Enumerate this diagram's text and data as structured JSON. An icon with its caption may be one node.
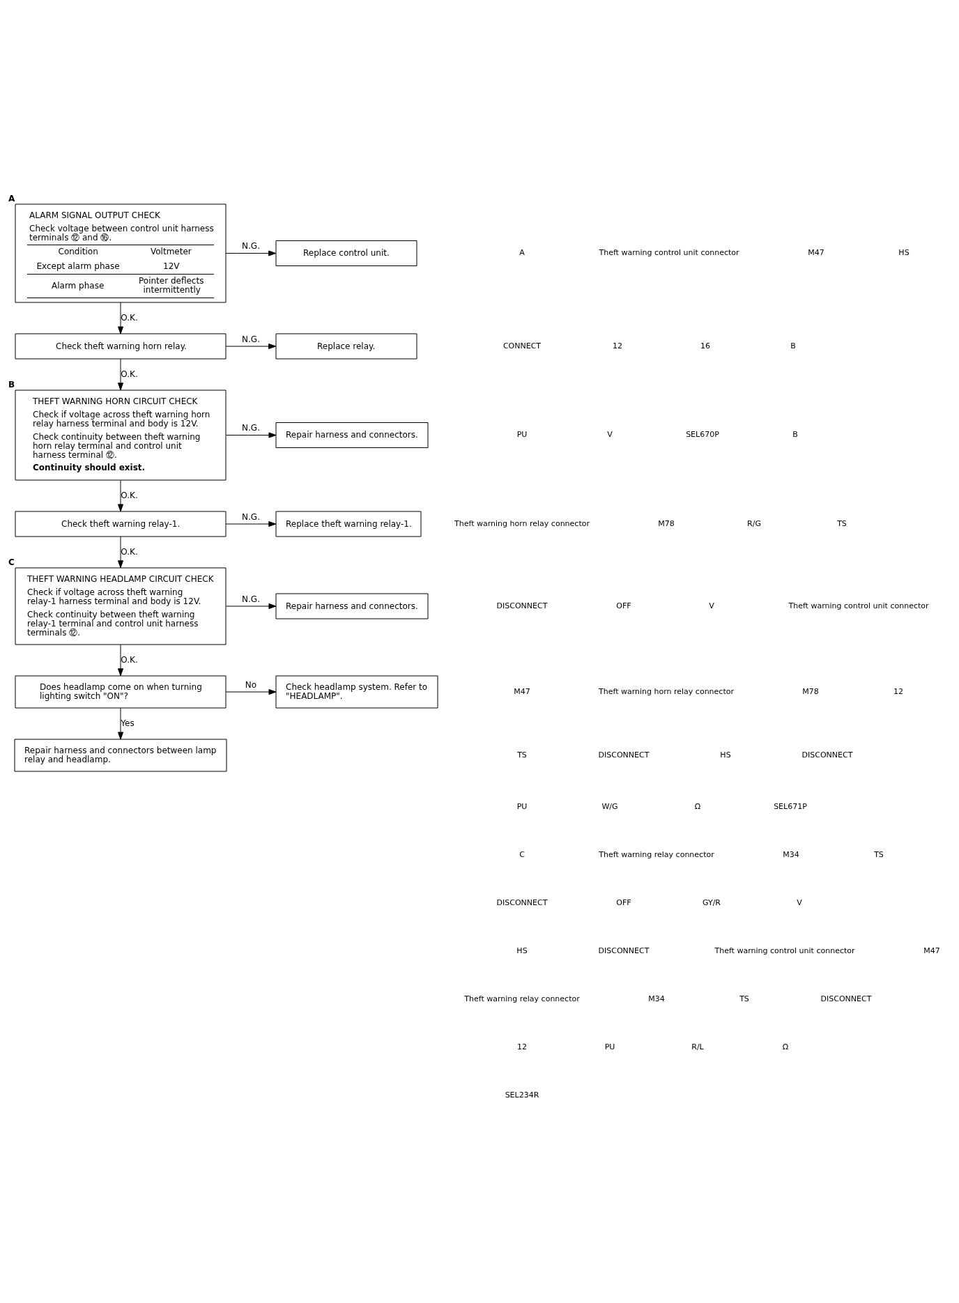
{
  "diagram": {
    "nodes": [
      {
        "text": [
          "ALARM SIGNAL OUTPUT CHECK",
          "Check voltage between control unit harness terminals ⑫ and ⑯.",
          "Condition",
          "Voltmeter",
          "Except alarm phase",
          "12V",
          "Alarm phase",
          "Pointer deflects intermittently"
        ],
        "beside": [
          "A"
        ]
      },
      {
        "text": [
          "Replace control unit."
        ]
      },
      {
        "text": [
          "Check theft warning horn relay."
        ]
      },
      {
        "text": [
          "Replace relay."
        ]
      },
      {
        "text": [
          "THEFT WARNING HORN CIRCUIT CHECK",
          "Check if voltage across theft warning horn relay harness terminal and body is 12V.",
          "Check continuity between theft warning horn relay terminal and control unit harness terminal ⑫.",
          "Continuity should exist."
        ],
        "beside": [
          "B"
        ]
      },
      {
        "text": [
          "Repair harness and connectors."
        ]
      },
      {
        "text": [
          "Check theft warning relay-1."
        ]
      },
      {
        "text": [
          "Replace theft warning relay-1."
        ]
      },
      {
        "text": [
          "THEFT WARNING HEADLAMP CIRCUIT CHECK",
          "Check if voltage across theft warning relay-1 harness terminal and body is 12V.",
          "Check continuity between theft warning relay-1 terminal and control unit harness terminals ⑫."
        ],
        "beside": [
          "C"
        ]
      },
      {
        "text": [
          "Repair harness and connectors."
        ]
      },
      {
        "text": [
          "Does headlamp come on when turning lighting switch \"ON\"?"
        ]
      },
      {
        "text": [
          "Check headlamp system. Refer to \"HEADLAMP\"."
        ]
      },
      {
        "text": [
          "Repair harness and connectors between lamp relay and headlamp."
        ]
      }
    ],
    "edges": [
      {
        "from": 0,
        "to": 1,
        "arrow": "to",
        "label": "N.G."
      },
      {
        "from": 0,
        "to": 2,
        "arrow": "to",
        "label": "O.K."
      },
      {
        "from": 2,
        "to": 3,
        "arrow": "to",
        "label": "N.G."
      },
      {
        "from": 2,
        "to": 4,
        "arrow": "to",
        "label": "O.K."
      },
      {
        "from": 4,
        "to": 5,
        "arrow": "to",
        "label": "N.G."
      },
      {
        "from": 4,
        "to": 6,
        "arrow": "to",
        "label": "O.K."
      },
      {
        "from": 6,
        "to": 7,
        "arrow": "to",
        "label": "N.G."
      },
      {
        "from": 6,
        "to": 8,
        "arrow": "to",
        "label": "O.K."
      },
      {
        "from": 8,
        "to": 9,
        "arrow": "to",
        "label": "N.G."
      },
      {
        "from": 8,
        "to": 10,
        "arrow": "to",
        "label": "O.K."
      },
      {
        "from": 10,
        "to": 11,
        "arrow": "to",
        "label": "No"
      },
      {
        "from": 10,
        "to": 12,
        "arrow": "to",
        "label": "Yes"
      }
    ],
    "labels": [
      "A",
      "Theft warning control unit connector",
      "M47",
      "HS",
      "CONNECT",
      "12",
      "16",
      "B",
      "PU",
      "V",
      "SEL670P",
      "B",
      "Theft warning horn relay connector",
      "M78",
      "R/G",
      "TS",
      "DISCONNECT",
      "OFF",
      "V",
      "Theft warning control unit connector",
      "M47",
      "Theft warning horn relay connector",
      "M78",
      "12",
      "TS",
      "DISCONNECT",
      "HS",
      "DISCONNECT",
      "PU",
      "W/G",
      "Ω",
      "SEL671P",
      "C",
      "Theft warning relay connector",
      "M34",
      "TS",
      "DISCONNECT",
      "OFF",
      "GY/R",
      "V",
      "HS",
      "DISCONNECT",
      "Theft warning control unit connector",
      "M47",
      "Theft warning relay connector",
      "M34",
      "TS",
      "DISCONNECT",
      "12",
      "PU",
      "R/L",
      "Ω",
      "SEL234R"
    ]
  }
}
